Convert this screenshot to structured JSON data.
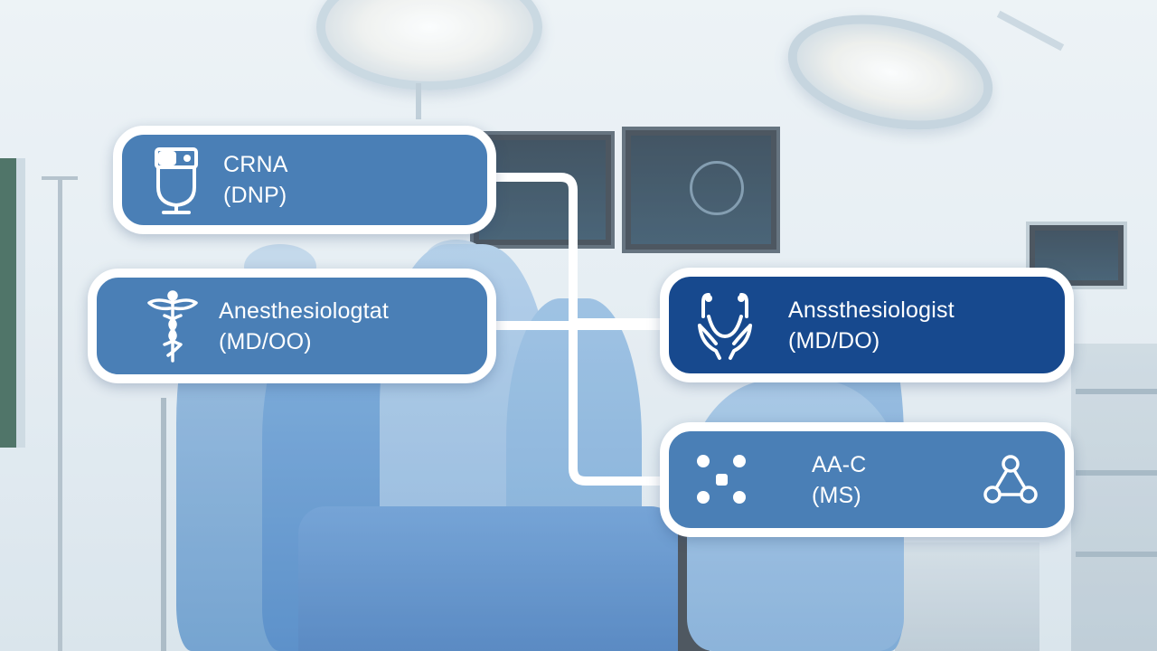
{
  "diagram": {
    "nodes": [
      {
        "id": "crna",
        "title": "CRNA",
        "subtitle": "(DNP)",
        "icon": "anesthesia-mask-icon",
        "color": "#4a7fb6"
      },
      {
        "id": "anesthesiologist_left",
        "title": "Anesthesiologtat",
        "subtitle": "(MD/OO)",
        "icon": "caduceus-icon",
        "color": "#4a7fb6"
      },
      {
        "id": "anesthesiologist_right",
        "title": "Anssthesiologist",
        "subtitle": "(MD/DO)",
        "icon": "hands-stethoscope-icon",
        "color": "#17498e"
      },
      {
        "id": "aac",
        "title": "AA-C",
        "subtitle": "(MS)",
        "icon": "dots-icon",
        "icon_end": "molecule-icon",
        "color": "#4a7fb6"
      }
    ],
    "connectors": [
      {
        "from": "crna",
        "to": "anesthesiologist_right"
      },
      {
        "from": "anesthesiologist_left",
        "to": "anesthesiologist_right"
      },
      {
        "from": "crna",
        "to": "aac"
      }
    ],
    "colors": {
      "node_light": "#4a7fb6",
      "node_dark": "#17498e",
      "border": "#ffffff"
    }
  }
}
